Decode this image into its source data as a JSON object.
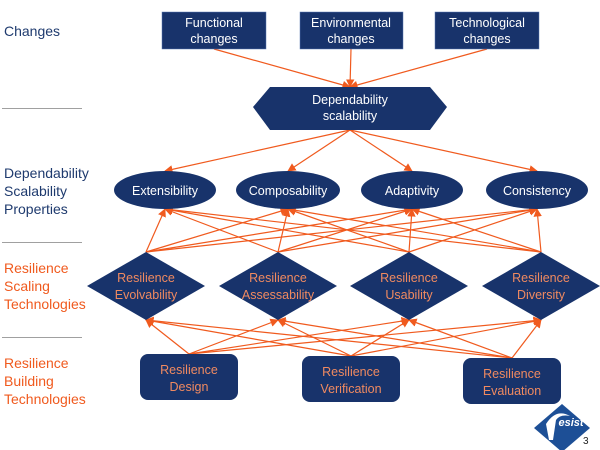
{
  "colors": {
    "node_fill": "#18336b",
    "arrow": "#f05a1e",
    "label_blue": "#1e3a6e",
    "label_orange": "#f05a1e",
    "node_text_white": "#ffffff",
    "node_text_orange": "#f08a60"
  },
  "row_labels": [
    {
      "text": "Changes",
      "color": "blue"
    },
    {
      "text": "Dependability\nScalability\nProperties",
      "color": "blue"
    },
    {
      "text": "Resilience\nScaling\nTechnologies",
      "color": "orange"
    },
    {
      "text": "Resilience\nBuilding\nTechnologies",
      "color": "orange"
    }
  ],
  "changes": [
    {
      "line1": "Functional",
      "line2": "changes"
    },
    {
      "line1": "Environmental",
      "line2": "changes"
    },
    {
      "line1": "Technological",
      "line2": "changes"
    }
  ],
  "hub": {
    "line1": "Dependability",
    "line2": "scalability"
  },
  "properties": [
    "Extensibility",
    "Composability",
    "Adaptivity",
    "Consistency"
  ],
  "scaling": [
    {
      "line1": "Resilience",
      "line2": "Evolvability"
    },
    {
      "line1": "Resilience",
      "line2": "Assessability"
    },
    {
      "line1": "Resilience",
      "line2": "Usability"
    },
    {
      "line1": "Resilience",
      "line2": "Diversity"
    }
  ],
  "building": [
    {
      "line1": "Resilience",
      "line2": "Design"
    },
    {
      "line1": "Resilience",
      "line2": "Verification"
    },
    {
      "line1": "Resilience",
      "line2": "Evaluation"
    }
  ],
  "logo": {
    "text": "esist"
  },
  "page_number": "3"
}
